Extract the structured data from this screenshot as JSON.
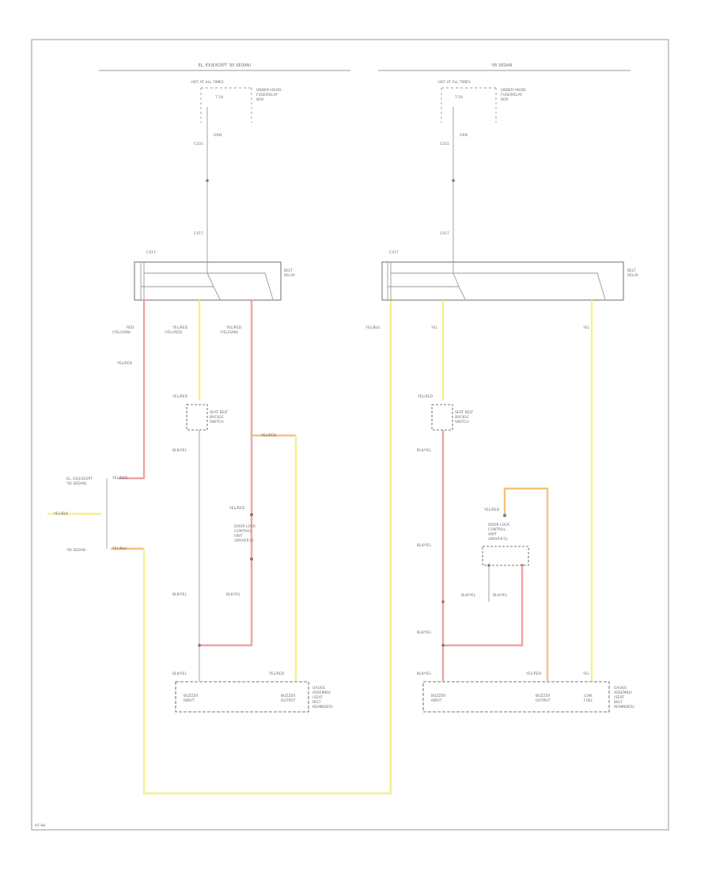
{
  "colors": {
    "yellow_wire": "#f4f08a",
    "red_wire": "#f3a1a1",
    "orange_wire": "#f6c07a",
    "line": "#9a9a9a",
    "frame": "#a8a8a8"
  },
  "left": {
    "header": "EL, EX(EXCEPT '95 SEDAN)",
    "fuse_top": "HOT AT ALL TIMES",
    "fuse_label": "7.5A",
    "fuse_side": [
      "UNDER-HOOD",
      "FUSE/RELAY",
      "BOX"
    ],
    "c1": "C101",
    "w1": "GRN",
    "c2": "C417",
    "c3": "C417",
    "relay": [
      "BELT",
      "RELAY"
    ],
    "w_a": [
      "RED",
      "(YEL/GRN)"
    ],
    "w_b": [
      "YEL/RED",
      "(YEL/RED)"
    ],
    "w_c": [
      "YEL/RED",
      "(YEL/GRN)"
    ],
    "wa2": "YEL/RED",
    "cap": "YEL/RED",
    "sw": [
      "SEAT BELT",
      "BUCKLE",
      "SWITCH"
    ],
    "w_d": "BLK/YEL",
    "w_e": "YEL/RED",
    "mod": [
      "DOOR LOCK",
      "CONTROL",
      "UNIT",
      "(DRIVER'S)"
    ],
    "mod_top": "YEL/RED",
    "w_f": "BLK/YEL",
    "w_g": "BLK/YEL",
    "w_h": "BLK/YEL",
    "w_i": "YEL/RED",
    "cb": [
      "GAUGE",
      "ASSEMBLY",
      "(SEAT",
      "BELT",
      "REMINDER)"
    ],
    "cb_items": [
      [
        "BUZZER",
        "INPUT"
      ],
      [
        "BUZZER",
        "OUTPUT"
      ]
    ],
    "src": [
      "EL, EX(EXCEPT",
      "'95 SEDAN)"
    ],
    "src_in": "YEL/BLK",
    "src2": "'95 SEDAN",
    "src_w": [
      "YEL/RED",
      "YEL/BLU"
    ]
  },
  "right": {
    "header": "'95 SEDAN",
    "fuse_top": "HOT AT ALL TIMES",
    "fuse_label": "7.5A",
    "fuse_side": [
      "UNDER-HOOD",
      "FUSE/RELAY",
      "BOX"
    ],
    "c1": "C101",
    "w1": "GRN",
    "c2": "C417",
    "c3": "C417",
    "relay": [
      "BELT",
      "RELAY"
    ],
    "w_a": "YEL/BLU",
    "w_b": "YEL",
    "w_c": "YEL",
    "cap": "YEL/RED",
    "sw": [
      "SEAT BELT",
      "BUCKLE",
      "SWITCH"
    ],
    "w_d": "BLK/YEL",
    "mod": [
      "DOOR LOCK",
      "CONTROL",
      "UNIT",
      "(DRIVER'S)"
    ],
    "mod_top": "YEL/RED",
    "w_e": "BLK/YEL",
    "w_f": "BLK/YEL",
    "w_g": "BLK/YEL",
    "w_h": "BLK/YEL",
    "w_i": "YEL/RED",
    "w_j": "YEL",
    "cb": [
      "GAUGE",
      "ASSEMBLY",
      "(SEAT",
      "BELT",
      "REMINDER)"
    ],
    "cb_items": [
      [
        "BUZZER",
        "INPUT"
      ],
      [
        "BUZZER",
        "OUTPUT"
      ],
      [
        "LOW",
        "FUEL"
      ]
    ]
  },
  "footer": "97-98"
}
